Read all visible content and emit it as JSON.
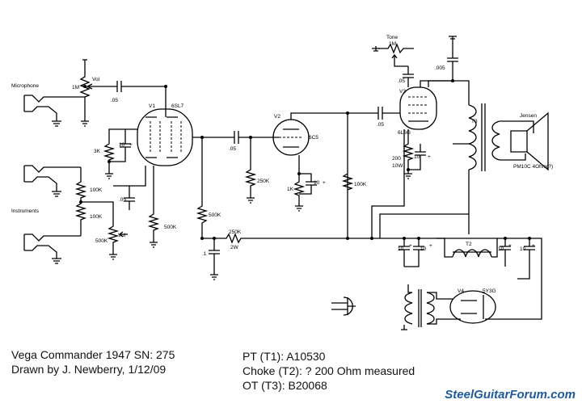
{
  "schematic": {
    "inputs": {
      "microphone": "Microphone",
      "instruments": "Instruments"
    },
    "tubes": {
      "v1": "V1",
      "v1_type": "6SL7",
      "v2": "V2",
      "v2_type": "6C5",
      "v3": "V3",
      "v3_type": "6L6G",
      "v4": "V4",
      "v4_type": "5Y3G"
    },
    "controls": {
      "vol": "Vol",
      "vol2": "Vol",
      "tone": "Tone",
      "pot_1m": "1M",
      "pot_1m_tone": "1M",
      "pot_500k": "500K"
    },
    "components": {
      "c_05_a": ".05",
      "c_05_b": ".05",
      "c_05_c": ".05",
      "c_05_d": ".05",
      "c_05_e": ".05",
      "c_005": ".005",
      "c_1": ".1",
      "r_3k": "3K",
      "r_1k": "1K",
      "r_100k_a": "100K",
      "r_100k_b": "100K",
      "r_100k_c": "100K",
      "r_250k": "250K",
      "r_250k_2w": "250K",
      "r_2w": "2W",
      "r_500k_a": "500K",
      "r_500k_b": "500K",
      "r_200": "200",
      "r_10w": "10W",
      "c_10_a": "10",
      "c_10_b": "10",
      "c_10_c": "10",
      "c_10_d": "10",
      "c_10_e": "10",
      "c_10_f": "10",
      "c_10_g": "10",
      "c_10_h": "10",
      "plus": "+"
    },
    "transformers": {
      "t2": "T2",
      "t3": "T3"
    },
    "speaker": {
      "brand": "Jensen",
      "model": "PM10C 4Ohm(?)"
    }
  },
  "notes": {
    "title": "Vega Commander 1947 SN: 275",
    "drawn_by": "Drawn by J. Newberry, 1/12/09",
    "pt": "PT (T1): A10530",
    "choke": "Choke (T2): ? 200 Ohm measured",
    "ot": "OT (T3): B20068"
  },
  "watermark": "SteelGuitarForum.com"
}
